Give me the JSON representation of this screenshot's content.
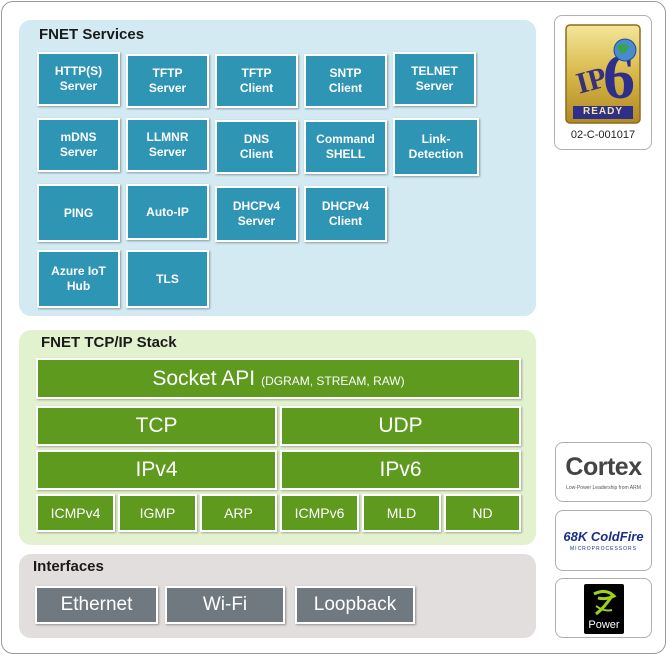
{
  "services": {
    "title": "FNET Services",
    "items": [
      "HTTP(S)\nServer",
      "TFTP\nServer",
      "TFTP\nClient",
      "SNTP\nClient",
      "TELNET\nServer",
      "mDNS\nServer",
      "LLMNR\nServer",
      "DNS\nClient",
      "Command\nSHELL",
      "Link-\nDetection",
      "PING",
      "Auto-IP",
      "DHCPv4\nServer",
      "DHCPv4\nClient",
      "Azure IoT\nHub",
      "TLS"
    ]
  },
  "stack": {
    "title": "FNET TCP/IP Stack",
    "socket_api": "Socket API",
    "socket_api_sub": "(DGRAM, STREAM, RAW)",
    "tcp": "TCP",
    "udp": "UDP",
    "ipv4": "IPv4",
    "ipv6": "IPv6",
    "protocols": [
      "ICMPv4",
      "IGMP",
      "ARP",
      "ICMPv6",
      "MLD",
      "ND"
    ]
  },
  "interfaces": {
    "title": "Interfaces",
    "items": [
      "Ethernet",
      "Wi-Fi",
      "Loopback"
    ]
  },
  "badges": {
    "ipv6_ready": {
      "logo_text": "READY",
      "cert_id": "02-C-001017"
    },
    "cortex": {
      "name": "Cortex",
      "tagline": "Low-Power Leadership from ARM"
    },
    "coldfire": {
      "name": "68K ColdFire",
      "tagline": "MICROPROCESSORS"
    },
    "power": {
      "name": "Power"
    }
  },
  "colors": {
    "service_blue": "#2e95b5",
    "stack_green": "#5e9a1d",
    "interface_gray": "#707880"
  }
}
